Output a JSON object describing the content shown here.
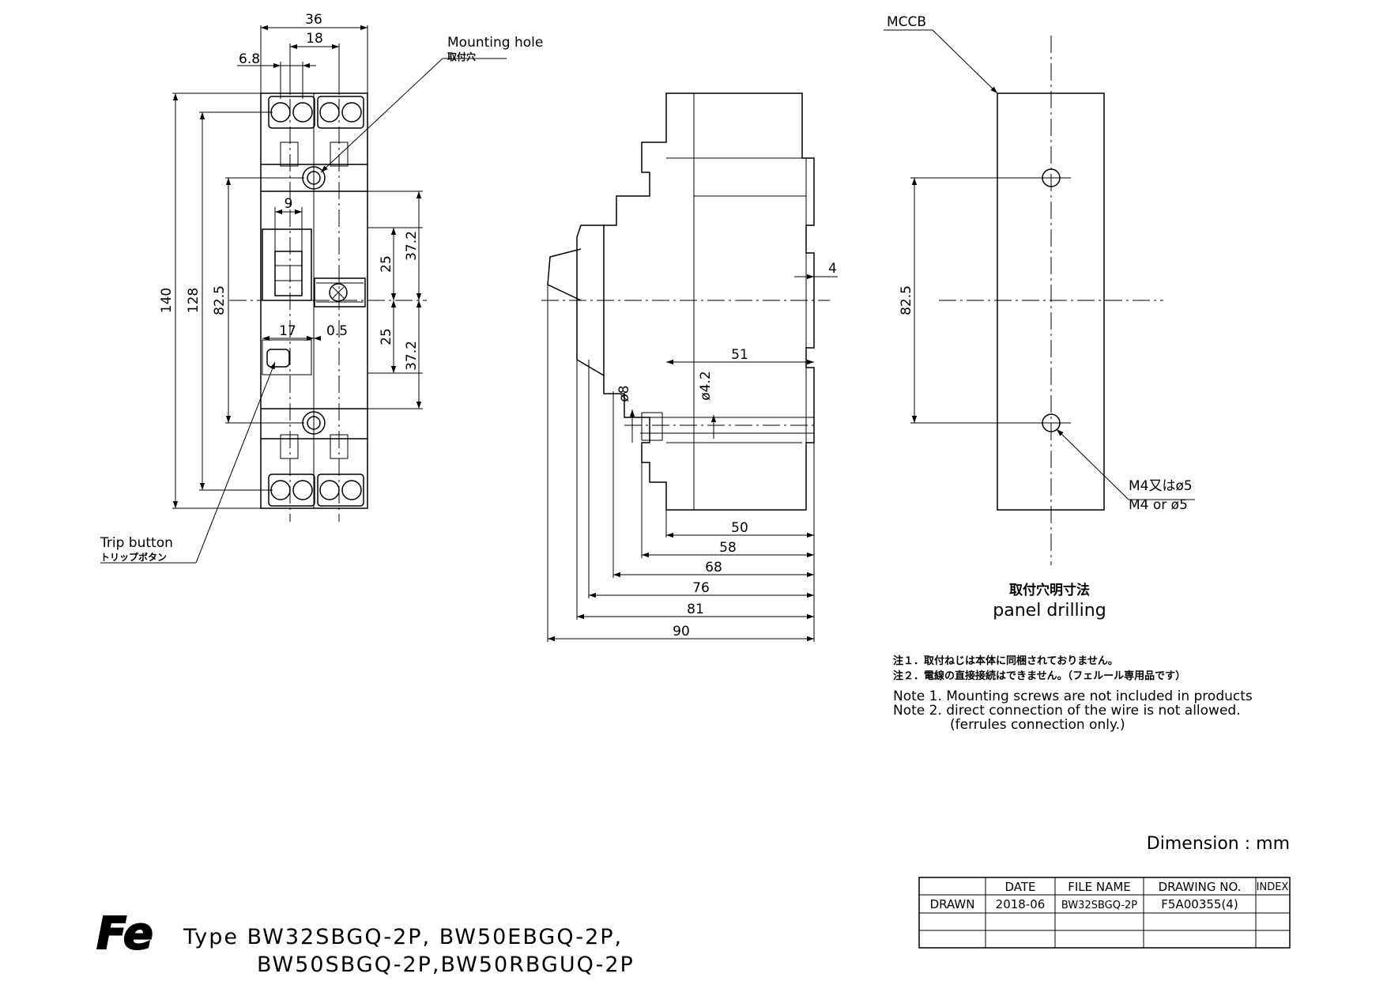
{
  "front_view": {
    "dims": {
      "d36": "36",
      "d18": "18",
      "d6_8": "6.8",
      "d140": "140",
      "d128": "128",
      "d82_5": "82.5",
      "d9": "9",
      "d25_top": "25",
      "d37_2_top": "37.2",
      "d17": "17",
      "d0_5": "0.5",
      "d25_bot": "25",
      "d37_2_bot": "37.2"
    },
    "mounting_hole_en": "Mounting hole",
    "mounting_hole_jp": "取付穴",
    "trip_button_en": "Trip button",
    "trip_button_jp": "トリップボタン"
  },
  "side_view": {
    "dims": {
      "d4": "4",
      "d51": "51",
      "d4_2": "ø4.2",
      "d8": "ø8",
      "d50": "50",
      "d58": "58",
      "d68": "68",
      "d76": "76",
      "d81": "81",
      "d90": "90"
    }
  },
  "panel": {
    "mccb": "MCCB",
    "d82_5": "82.5",
    "hole_jp": "M4又はø5",
    "hole_en": "M4 or ø5",
    "caption_jp": "取付穴明寸法",
    "caption_en": "panel drilling"
  },
  "notes": {
    "jp1": "注１．取付ねじは本体に同梱されておりません。",
    "jp2": "注２．電線の直接接続はできません。（フェルール専用品です）",
    "en1": "Note 1. Mounting screws are not included in products",
    "en2": "Note 2. direct connection of the wire is not allowed.",
    "en3": "(ferrules connection only.)"
  },
  "dimension_unit": "Dimension : mm",
  "title_block": {
    "headers": [
      "",
      "DATE",
      "FILE NAME",
      "DRAWING NO.",
      "INDEX"
    ],
    "row": [
      "DRAWN",
      "2018-06",
      "BW32SBGQ-2P",
      "F5A00355(4)",
      ""
    ]
  },
  "logo_text": "Fe",
  "type_line1": "Type BW32SBGQ-2P, BW50EBGQ-2P,",
  "type_line2": "BW50SBGQ-2P,BW50RBGUQ-2P"
}
